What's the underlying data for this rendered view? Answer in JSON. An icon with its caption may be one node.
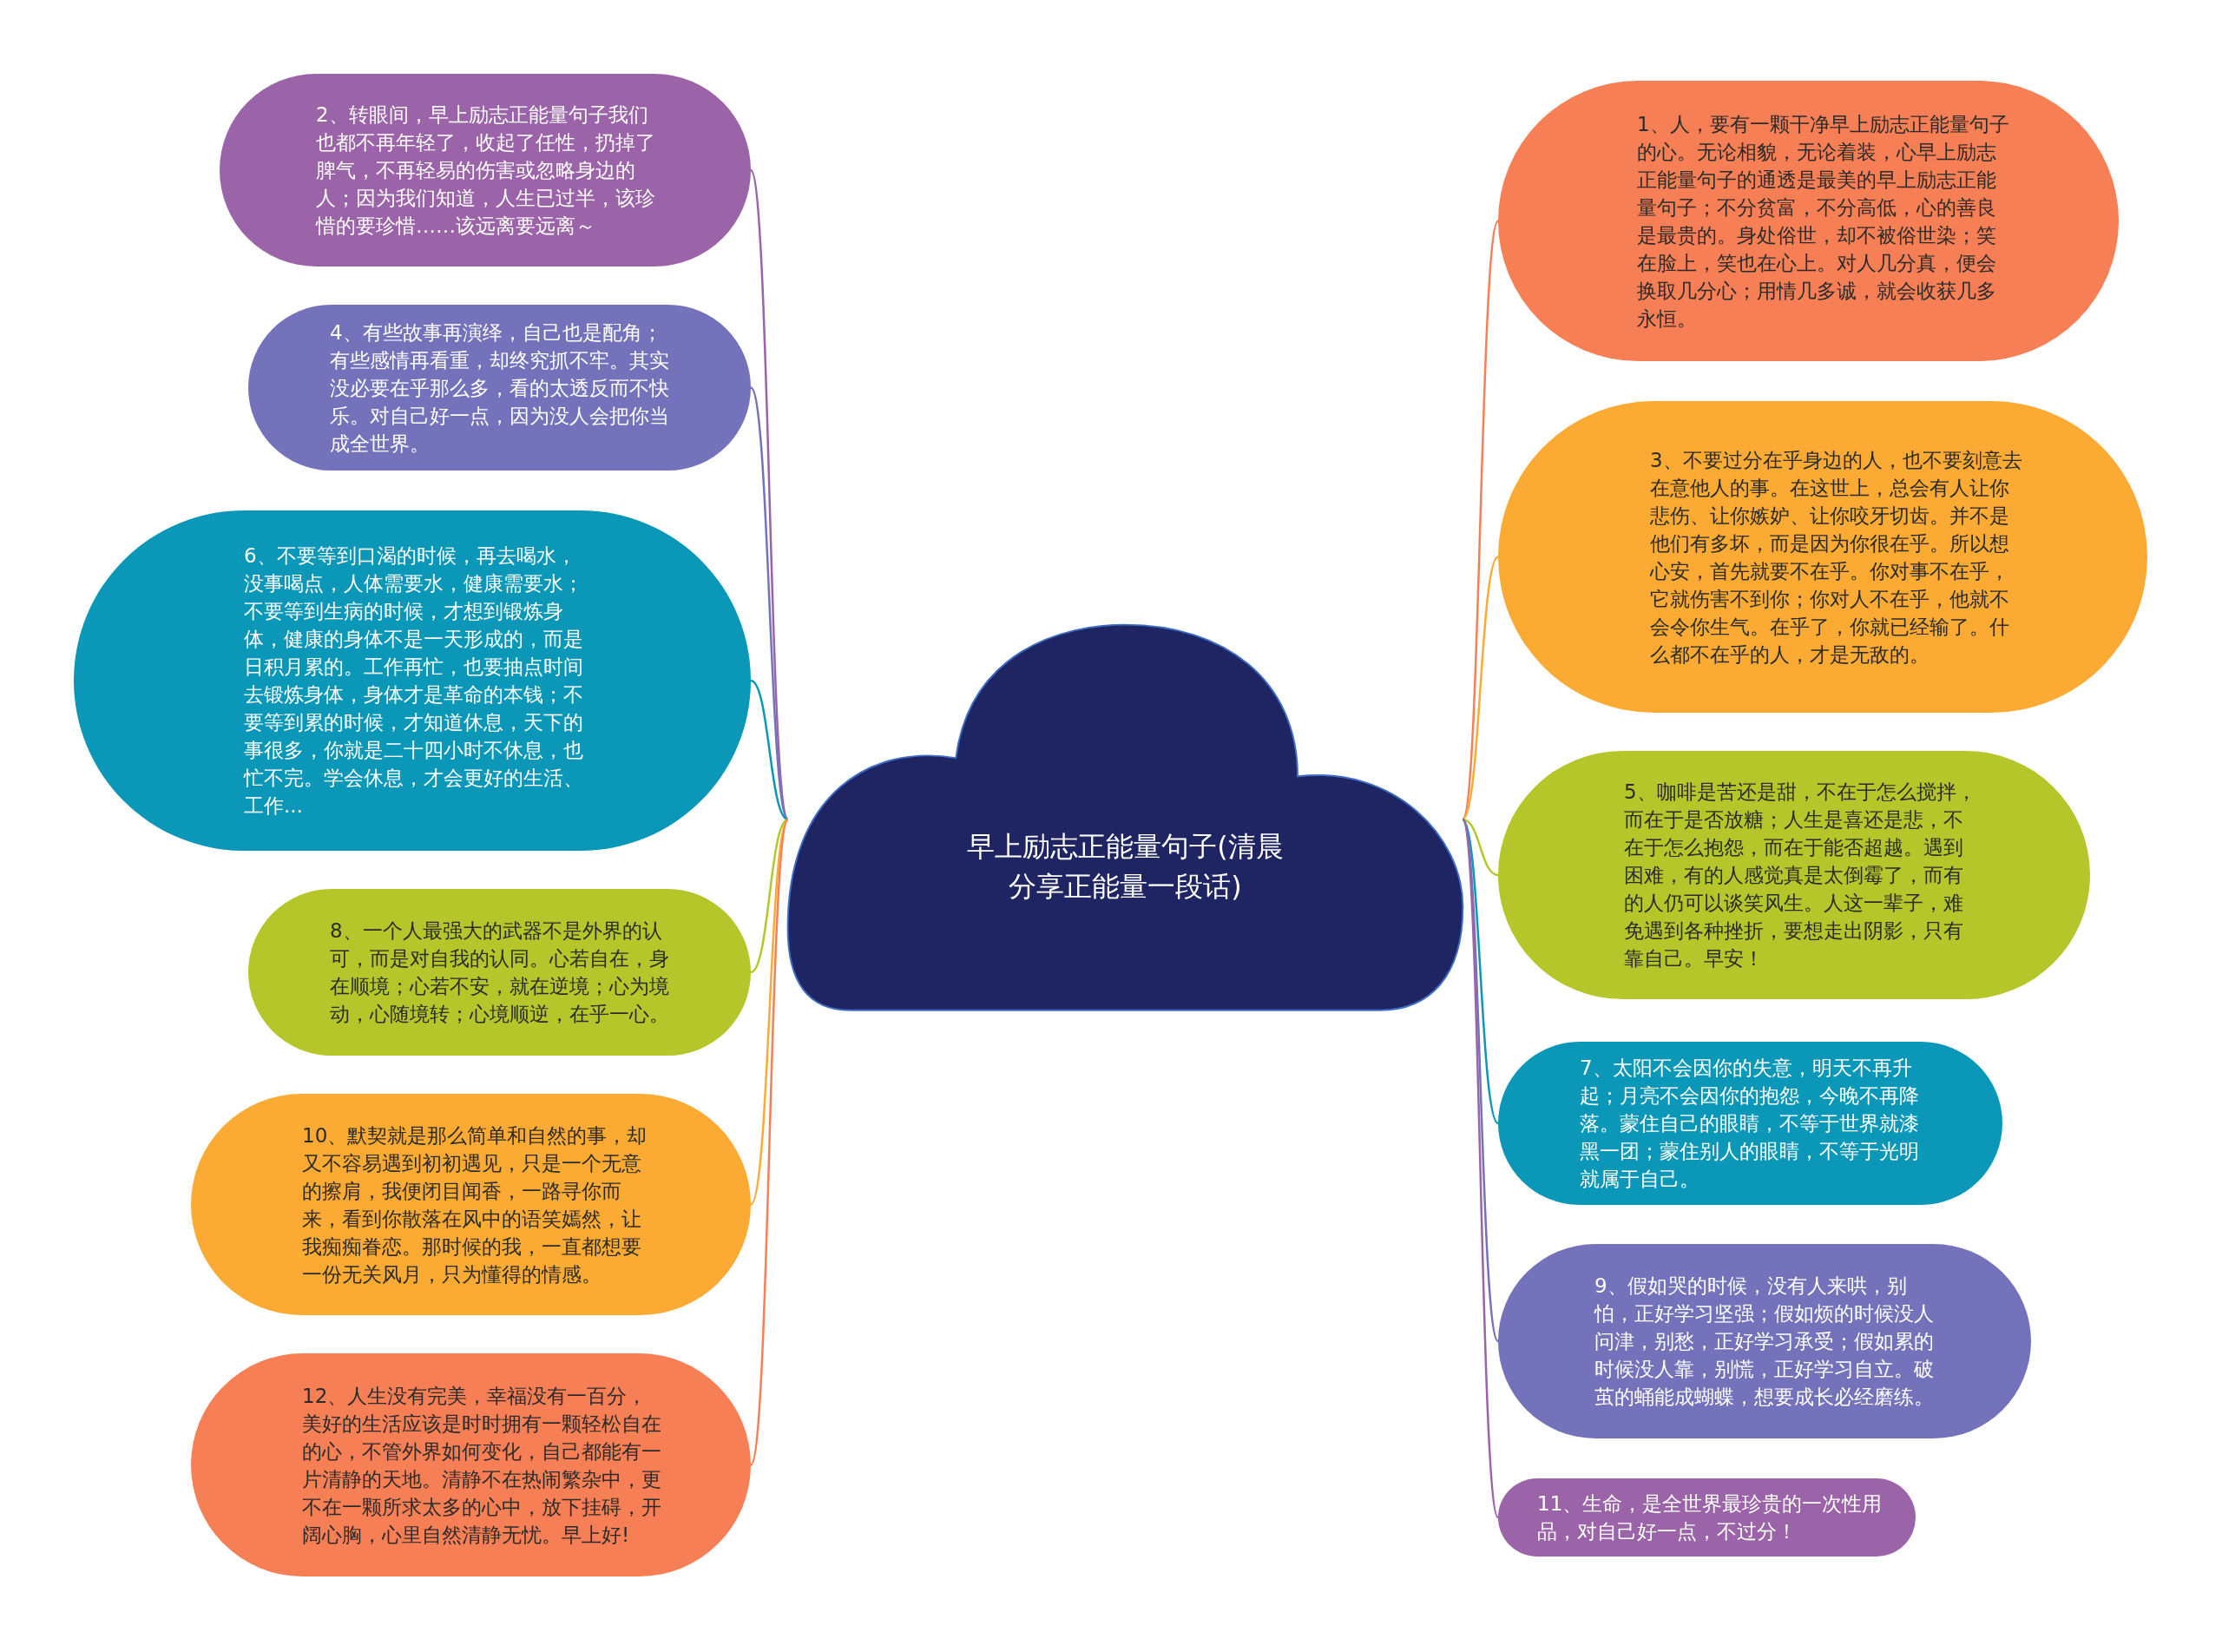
{
  "diagram": {
    "nodes": [
      {
        "text": [
          "早上励志正能量句子(清晨分享正能量一段话)"
        ]
      },
      {
        "text": [
          "1、人，要有一颗干净早上励志正能量句子的心。无论相貌，无论着装，心早上励志正能量句子的通透是最美的早上励志正能量句子；不分贫富，不分高低，心的善良是最贵的。身处俗世，却不被俗世染；笑在脸上，笑也在心上。对人几分真，便会换取几分心；用情几多诚，就会收获几多永恒。"
        ]
      },
      {
        "text": [
          "2、转眼间，早上励志正能量句子我们也都不再年轻了，收起了任性，扔掉了脾气，不再轻易的伤害或忽略身边的人；因为我们知道，人生已过半，该珍惜的要珍惜……该远离要远离～"
        ]
      },
      {
        "text": [
          "3、不要过分在乎身边的人，也不要刻意去在意他人的事。在这世上，总会有人让你悲伤、让你嫉妒、让你咬牙切齿。并不是他们有多坏，而是因为你很在乎。所以想心安，首先就要不在乎。你对事不在乎，它就伤害不到你；你对人不在乎，他就不会令你生气。在乎了，你就已经输了。什么都不在乎的人，才是无敌的。"
        ]
      },
      {
        "text": [
          "4、有些故事再演绎，自己也是配角；有些感情再看重，却终究抓不牢。其实没必要在乎那么多，看的太透反而不快乐。对自己好一点，因为没人会把你当成全世界。"
        ]
      },
      {
        "text": [
          "5、咖啡是苦还是甜，不在于怎么搅拌，而在于是否放糖；人生是喜还是悲，不在于怎么抱怨，而在于能否超越。遇到困难，有的人感觉真是太倒霉了，而有的人仍可以谈笑风生。人这一辈子，难免遇到各种挫折，要想走出阴影，只有靠自己。早安！"
        ]
      },
      {
        "text": [
          "6、不要等到口渴的时候，再去喝水，没事喝点，人体需要水，健康需要水；不要等到生病的时候，才想到锻炼身体，健康的身体不是一天形成的，而是日积月累的。工作再忙，也要抽点时间去锻炼身体，身体才是革命的本钱；不要等到累的时候，才知道休息，天下的事很多，你就是二十四小时不休息，也忙不完。学会休息，才会更好的生活、工作..."
        ]
      },
      {
        "text": [
          "7、太阳不会因你的失意，明天不再升起；月亮不会因你的抱怨，今晚不再降落。蒙住自己的眼睛，不等于世界就漆黑一团；蒙住别人的眼睛，不等于光明就属于自己。"
        ]
      },
      {
        "text": [
          "8、一个人最强大的武器不是外界的认可，而是对自我的认同。心若自在，身在顺境；心若不安，就在逆境；心为境动，心随境转；心境顺逆，在乎一心。"
        ]
      },
      {
        "text": [
          "9、假如哭的时候，没有人来哄，别怕，正好学习坚强；假如烦的时候没人问津，别愁，正好学习承受；假如累的时候没人靠，别慌，正好学习自立。破茧的蛹能成蝴蝶，想要成长必经磨练。"
        ]
      },
      {
        "text": [
          "10、默契就是那么简单和自然的事，却又不容易遇到初初遇见，只是一个无意的擦肩，我便闭目闻香，一路寻你而来，看到你散落在风中的语笑嫣然，让我痴痴眷恋。那时候的我，一直都想要一份无关风月，只为懂得的情感。"
        ]
      },
      {
        "text": [
          "11、生命，是全世界最珍贵的一次性用品，对自己好一点，不过分！"
        ]
      },
      {
        "text": [
          "12、人生没有完美，幸福没有一百分，美好的生活应该是时时拥有一颗轻松自在的心，不管外界如何变化，自己都能有一片清静的天地。清静不在热闹繁杂中，更不在一颗所求太多的心中，放下挂碍，开阔心胸，心里自然清静无忧。早上好!"
        ]
      }
    ],
    "edges": [
      {
        "from": 0,
        "to": 1,
        "arrow": "none",
        "color": "#f77f55"
      },
      {
        "from": 0,
        "to": 2,
        "arrow": "none",
        "color": "#9b64a8"
      },
      {
        "from": 0,
        "to": 3,
        "arrow": "none",
        "color": "#fbab33"
      },
      {
        "from": 0,
        "to": 4,
        "arrow": "none",
        "color": "#7472bb"
      },
      {
        "from": 0,
        "to": 5,
        "arrow": "none",
        "color": "#b5c62a"
      },
      {
        "from": 0,
        "to": 6,
        "arrow": "none",
        "color": "#0b97b8"
      },
      {
        "from": 0,
        "to": 7,
        "arrow": "none",
        "color": "#0b97b8"
      },
      {
        "from": 0,
        "to": 8,
        "arrow": "none",
        "color": "#b5c62a"
      },
      {
        "from": 0,
        "to": 9,
        "arrow": "none",
        "color": "#7472bb"
      },
      {
        "from": 0,
        "to": 10,
        "arrow": "none",
        "color": "#fbab33"
      },
      {
        "from": 0,
        "to": 11,
        "arrow": "none",
        "color": "#9b64a8"
      },
      {
        "from": 0,
        "to": 12,
        "arrow": "none",
        "color": "#f77f55"
      }
    ]
  }
}
